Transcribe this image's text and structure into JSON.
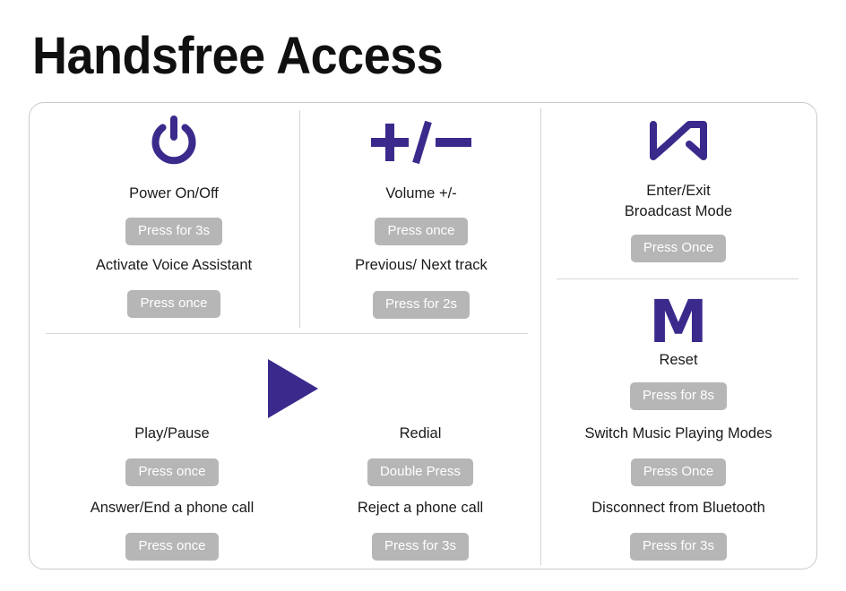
{
  "page": {
    "title": "Handsfree Access",
    "accent_color": "#3b2a8c",
    "badge_color": "#b6b6b6",
    "badge_text_color": "#ffffff",
    "background_color": "#ffffff",
    "card_border_color": "#c9c9c9"
  },
  "cells": {
    "power": {
      "icon": "power-icon",
      "label": "Power On/Off",
      "badge": "Press for 3s"
    },
    "voice_assistant": {
      "label": "Activate Voice Assistant",
      "badge": "Press once"
    },
    "volume": {
      "icon": "plus-minus-icon",
      "icon_glyph": "+/−",
      "label": "Volume +/-",
      "badge": "Press once"
    },
    "track": {
      "label": "Previous/ Next track",
      "badge": "Press for 2s"
    },
    "play_icon": {
      "icon": "play-triangle-icon"
    },
    "play_pause": {
      "label": "Play/Pause",
      "badge": "Press once"
    },
    "answer_end_call": {
      "label": "Answer/End a phone call",
      "badge": "Press once"
    },
    "redial": {
      "label": "Redial",
      "badge": "Double Press"
    },
    "reject_call": {
      "label": "Reject a phone call",
      "badge": "Press for 3s"
    },
    "broadcast": {
      "icon": "broadcast-bowtie-icon",
      "label": "Enter/Exit\nBroadcast Mode",
      "badge": "Press Once"
    },
    "reset": {
      "icon": "letter-m-icon",
      "icon_glyph": "M",
      "label": "Reset",
      "badge": "Press for 8s"
    },
    "music_modes": {
      "label": "Switch Music Playing Modes",
      "badge": "Press Once"
    },
    "disconnect_bluetooth": {
      "label": "Disconnect from Bluetooth",
      "badge": "Press for 3s"
    }
  }
}
